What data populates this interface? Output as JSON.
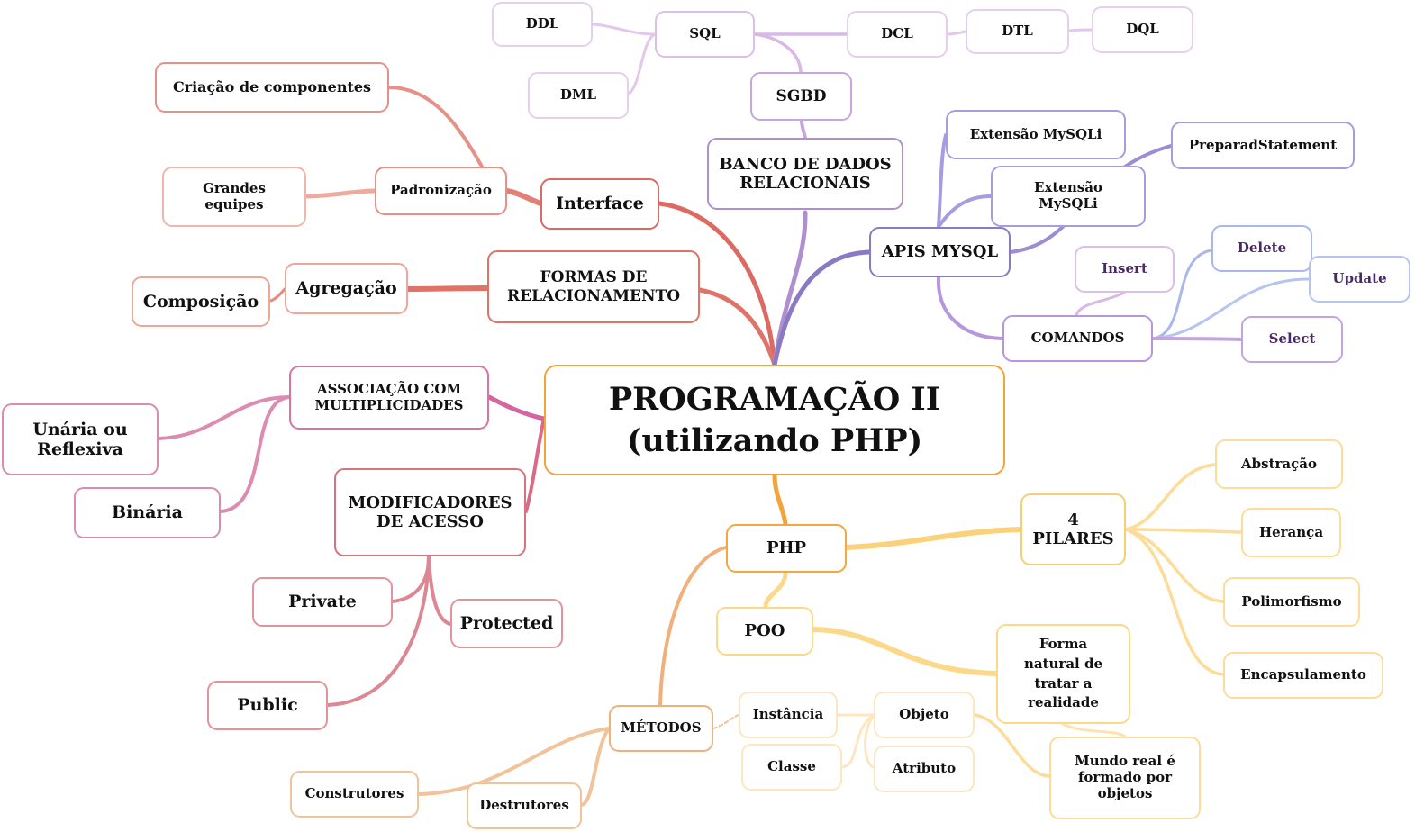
{
  "colors": {
    "red": "#e07368",
    "redLight": "#eaa69b",
    "pink": "#dc8cb0",
    "pinkBorder": "#d4789e",
    "roseBorder": "#d8727e",
    "orange": "#f2a33a",
    "orangeLight": "#f1c39a",
    "yellow": "#fcd98a",
    "yellowBorder": "#f6cf72",
    "lilac": "#dcbfe6",
    "purple": "#9a7bc9",
    "blue": "#a8b8ec"
  },
  "mindmap": {
    "root": "PROGRAMAÇÃO II\n(utilizando PHP)",
    "sgbd_branch": {
      "banco_de_dados": "BANCO DE DADOS\nRELACIONAIS",
      "sgbd": "SGBD",
      "sql": "SQL",
      "ddl": "DDL",
      "dml": "DML",
      "dcl": "DCL",
      "dtl": "DTL",
      "dql": "DQL"
    },
    "interface_branch": {
      "interface": "Interface",
      "padronizacao": "Padronização",
      "criacao": "Criação de componentes",
      "grandes_equipes": "Grandes\nequipes"
    },
    "formas_branch": {
      "formas": "FORMAS DE\nRELACIONAMENTO",
      "agregacao": "Agregação",
      "composicao": "Composição"
    },
    "associacao_branch": {
      "associacao": "ASSOCIAÇÃO COM\nMULTIPLICIDADES",
      "unaria": "Unária ou\nReflexiva",
      "binaria": "Binária"
    },
    "modificadores_branch": {
      "modificadores": "MODIFICADORES\nDE ACESSO",
      "private": "Private",
      "protected": "Protected",
      "public": "Public"
    },
    "apis_branch": {
      "apis": "APIS MYSQL",
      "extensao_mysqli_1": "Extensão MySQLi",
      "extensao_mysqli_2": "Extensão\nMySQLi",
      "preparad": "PreparadStatement",
      "comandos": "COMANDOS",
      "insert": "Insert",
      "delete": "Delete",
      "update": "Update",
      "select": "Select"
    },
    "php_branch": {
      "php": "PHP",
      "pilares": "4\nPILARES",
      "abstracao": "Abstração",
      "heranca": "Herança",
      "polimorfismo": "Polimorfismo",
      "encapsulamento": "Encapsulamento",
      "poo": "POO",
      "forma_natural": "Forma\nnatural de\ntratar a\nrealidade",
      "mundo_real": "Mundo real é\nformado por\nobjetos",
      "metodos": "MÉTODOS",
      "instancia": "Instância",
      "classe": "Classe",
      "objeto": "Objeto",
      "atributo": "Atributo",
      "construtores": "Construtores",
      "destrutores": "Destrutores"
    }
  }
}
